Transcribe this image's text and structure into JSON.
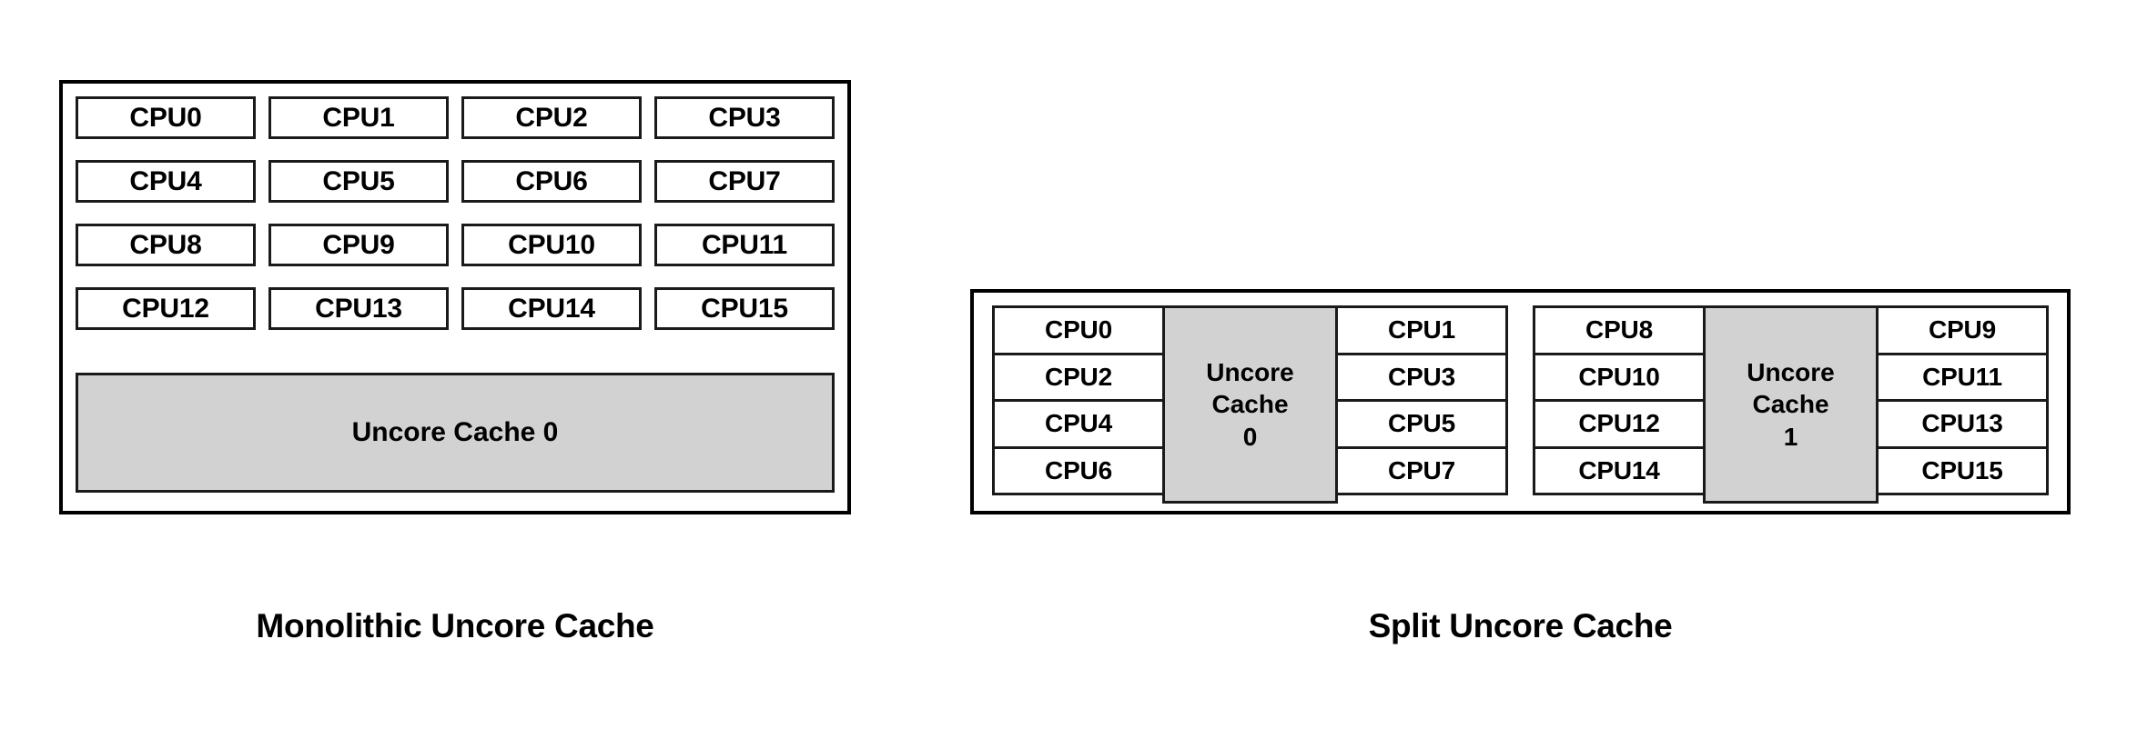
{
  "diagrams": [
    {
      "id": "monolithic",
      "caption": "Monolithic Uncore Cache",
      "cpus": [
        "CPU0",
        "CPU1",
        "CPU2",
        "CPU3",
        "CPU4",
        "CPU5",
        "CPU6",
        "CPU7",
        "CPU8",
        "CPU9",
        "CPU10",
        "CPU11",
        "CPU12",
        "CPU13",
        "CPU14",
        "CPU15"
      ],
      "cache_label": "Uncore Cache 0"
    },
    {
      "id": "split",
      "caption": "Split Uncore Cache",
      "groups": [
        {
          "left_cpus": [
            "CPU0",
            "CPU2",
            "CPU4",
            "CPU6"
          ],
          "cache_label": "Uncore\nCache\n0",
          "cache_line1": "Uncore",
          "cache_line2": "Cache",
          "cache_line3": "0",
          "right_cpus": [
            "CPU1",
            "CPU3",
            "CPU5",
            "CPU7"
          ]
        },
        {
          "left_cpus": [
            "CPU8",
            "CPU10",
            "CPU12",
            "CPU14"
          ],
          "cache_label": "Uncore\nCache\n1",
          "cache_line1": "Uncore",
          "cache_line2": "Cache",
          "cache_line3": "1",
          "right_cpus": [
            "CPU9",
            "CPU11",
            "CPU13",
            "CPU15"
          ]
        }
      ]
    }
  ],
  "colors": {
    "background": "#ffffff",
    "cache_fill": "#d2d2d2",
    "border": "#000000",
    "text": "#000000"
  }
}
